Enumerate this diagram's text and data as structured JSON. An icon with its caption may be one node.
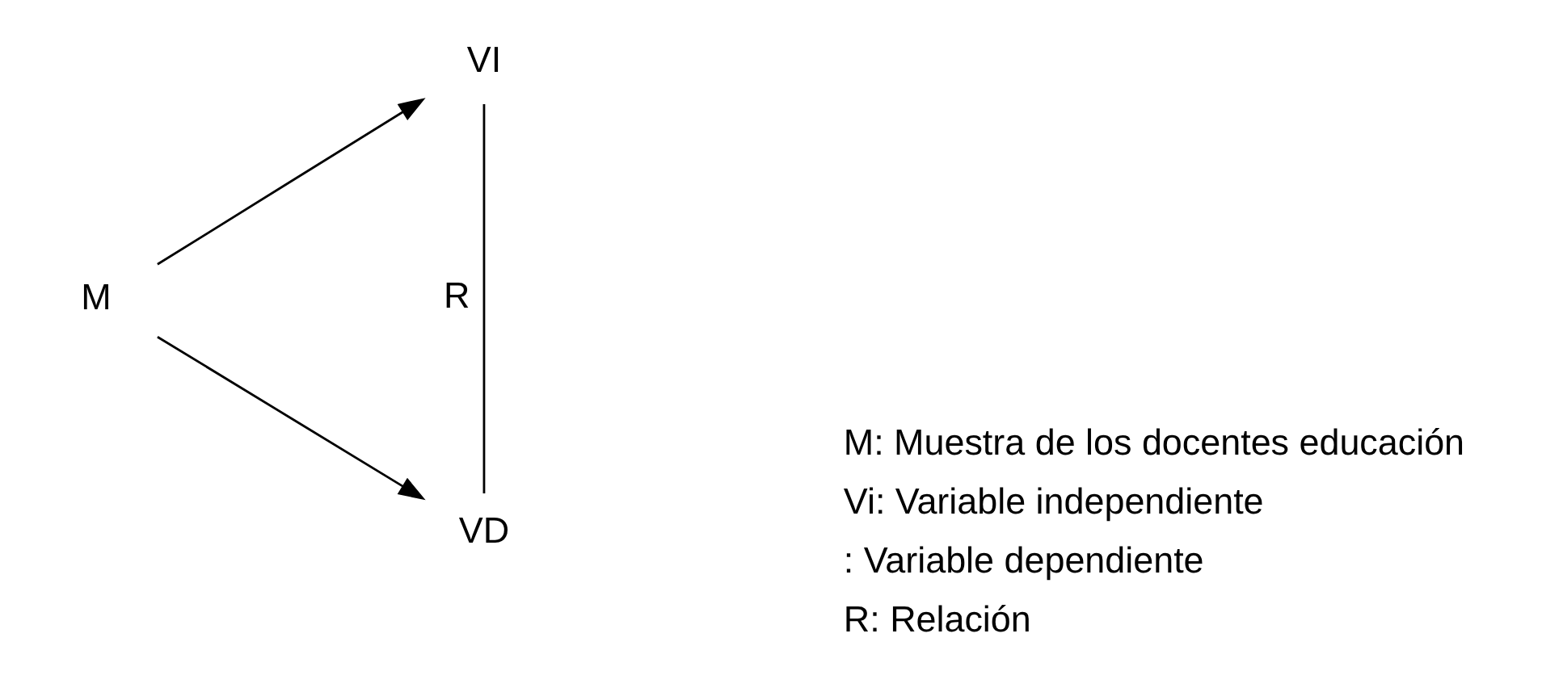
{
  "diagram": {
    "nodes": [
      {
        "text": [
          "M"
        ]
      },
      {
        "text": [
          "VI"
        ]
      },
      {
        "text": [
          "VD"
        ]
      }
    ],
    "edges": [
      {
        "from": 0,
        "to": 1,
        "arrow": "to"
      },
      {
        "from": 0,
        "to": 2,
        "arrow": "to"
      },
      {
        "from": 1,
        "to": 2,
        "arrow": "none",
        "label": "R"
      }
    ],
    "labels": [
      "M: Muestra de los docentes educación",
      "Vi: Variable independiente",
      ": Variable dependiente",
      "R: Relación"
    ]
  }
}
